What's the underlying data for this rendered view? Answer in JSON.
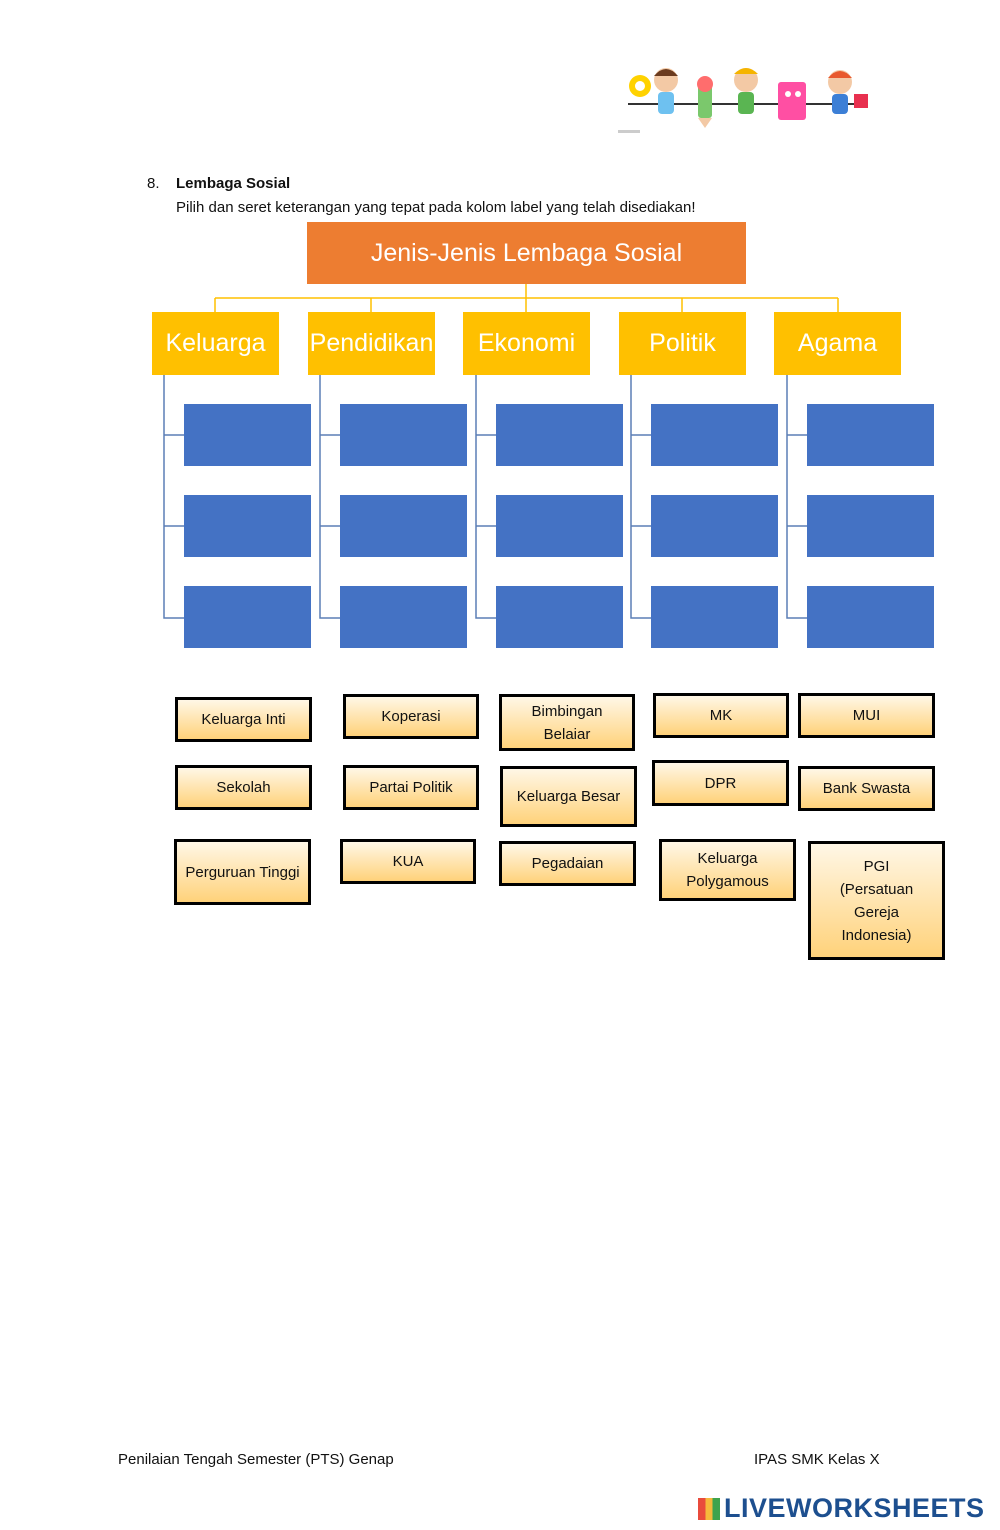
{
  "question": {
    "number": "8.",
    "title": "Lembaga Sosial",
    "instruction": "Pilih dan seret keterangan yang tepat pada kolom label yang telah disediakan!"
  },
  "diagram": {
    "root": "Jenis-Jenis Lembaga Sosial",
    "categories": [
      "Keluarga",
      "Pendidikan",
      "Ekonomi",
      "Politik",
      "Agama"
    ],
    "colors": {
      "root": "#ed7d31",
      "category": "#ffc000",
      "slot": "#4472c4",
      "connector": "#5b7fb5"
    }
  },
  "options": [
    "Keluarga Inti",
    "Koperasi",
    "Bimbingan Belaiar",
    "MK",
    "MUI",
    "Sekolah",
    "Partai Politik",
    "Keluarga Besar",
    "DPR",
    "Bank Swasta",
    "Perguruan Tinggi",
    "KUA",
    "Pegadaian",
    "Keluarga Polygamous",
    "PGI (Persatuan Gereja Indonesia)"
  ],
  "footer": {
    "left": "Penilaian Tengah Semester (PTS) Genap",
    "right": "IPAS SMK Kelas X",
    "brand": "LIVEWORKSHEETS"
  },
  "header_image": {
    "icon": "kids-holding-hands-illustration"
  }
}
